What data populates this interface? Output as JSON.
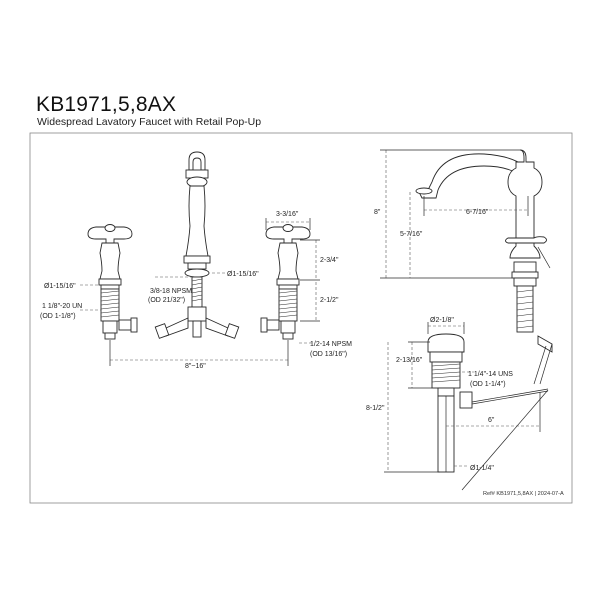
{
  "header": {
    "model": "KB1971,5,8AX",
    "description": "Widespread Lavatory Faucet with Retail Pop-Up"
  },
  "dimensions": {
    "handle_width": "3-3/16\"",
    "handle_diameter": "Ø1-15/16\"",
    "spout_base_diameter": "Ø1-15/16\"",
    "handle_height_above_deck": "2-3/4\"",
    "shank_length": "2-1/2\"",
    "center_spread": "8\"~16\"",
    "spout_inlet_thread": "3/8-18 NPSM",
    "spout_inlet_od": "(OD 21/32\")",
    "handle_shank_thread": "1 1/8\"-20 UN",
    "handle_shank_od": "(OD 1-1/8\")",
    "valve_inlet_thread": "1/2-14 NPSM",
    "valve_inlet_od": "(OD 13/16\")",
    "overall_height": "8\"",
    "spout_reach": "6-7/16\"",
    "spout_clearance": "5-7/16\"",
    "drain_flange_diameter": "Ø2-1/8\"",
    "drain_flange_height": "2-13/16\"",
    "drain_thread": "1 1/4\"-14 UNS",
    "drain_thread_od": "(OD 1-1/4\")",
    "drain_total_height": "8-1/2\"",
    "lift_rod_reach": "6\"",
    "tailpiece_diameter": "Ø1-1/4\""
  },
  "footer": {
    "reference": "Ref# KB1971,5,8AX | 2024-07-A"
  }
}
